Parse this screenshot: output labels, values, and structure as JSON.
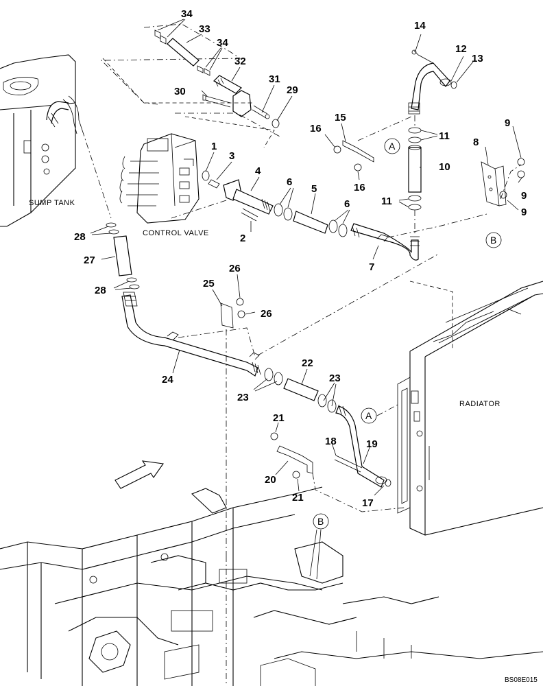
{
  "labels": {
    "sump_tank": "SUMP TANK",
    "control_valve": "CONTROL VALVE",
    "radiator": "RADIATOR"
  },
  "drawing_code": "BS08E015",
  "ref_markers": {
    "a_top": "A",
    "b_top": "B",
    "a_radiator": "A",
    "b_frame": "B"
  },
  "callouts": {
    "c1": "1",
    "c2": "2",
    "c3": "3",
    "c4": "4",
    "c5": "5",
    "c6a": "6",
    "c6b": "6",
    "c7": "7",
    "c8": "8",
    "c9a": "9",
    "c9b": "9",
    "c9c": "9",
    "c10": "10",
    "c11a": "11",
    "c11b": "11",
    "c12": "12",
    "c13": "13",
    "c14": "14",
    "c15": "15",
    "c16a": "16",
    "c16b": "16",
    "c17": "17",
    "c18": "18",
    "c19": "19",
    "c20": "20",
    "c21a": "21",
    "c21b": "21",
    "c22": "22",
    "c23a": "23",
    "c23b": "23",
    "c24": "24",
    "c25": "25",
    "c26a": "26",
    "c26b": "26",
    "c27": "27",
    "c28a": "28",
    "c28b": "28",
    "c29": "29",
    "c30": "30",
    "c31": "31",
    "c32": "32",
    "c33": "33",
    "c34a": "34",
    "c34b": "34"
  }
}
